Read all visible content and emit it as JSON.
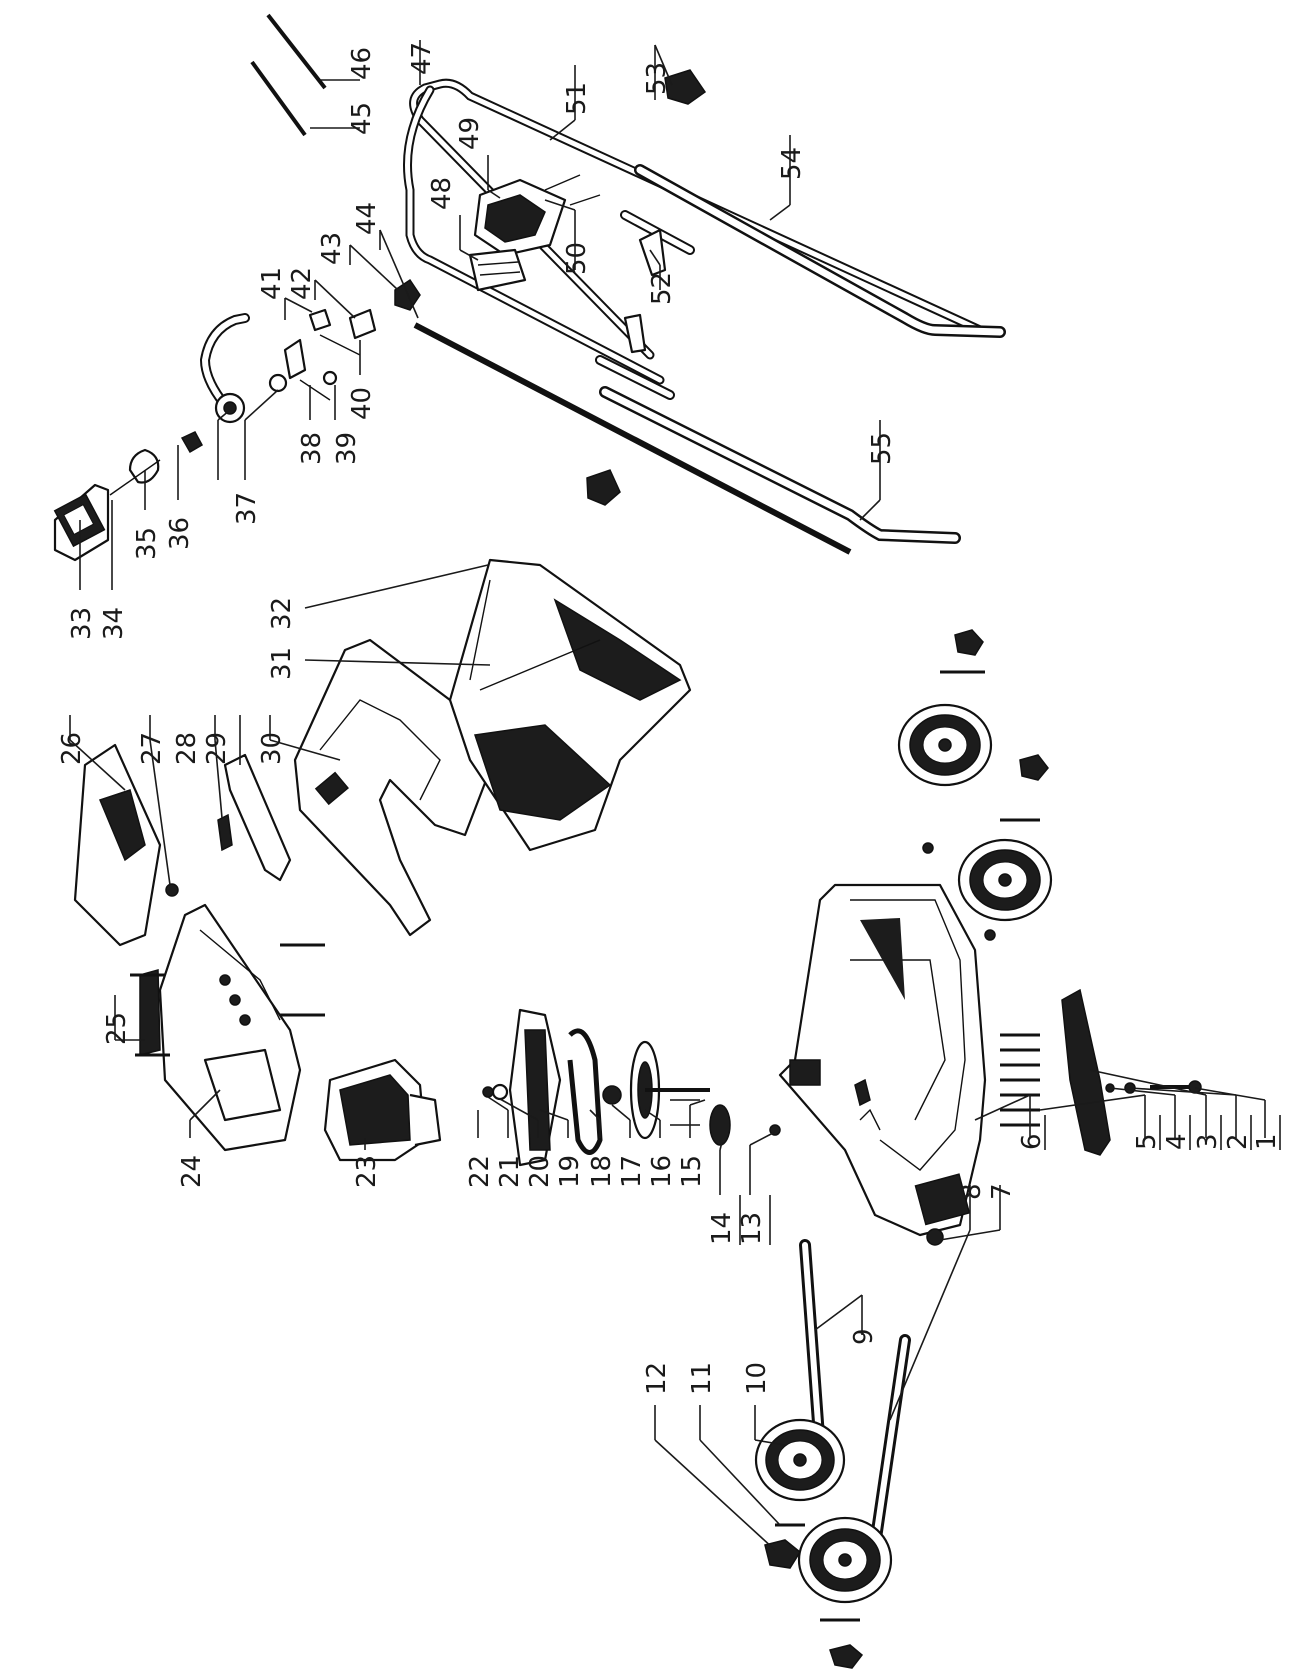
{
  "callouts": [
    "1",
    "2",
    "3",
    "4",
    "5",
    "6",
    "7",
    "8",
    "9",
    "10",
    "11",
    "12",
    "13",
    "14",
    "15",
    "16",
    "17",
    "18",
    "19",
    "20",
    "21",
    "22",
    "23",
    "24",
    "25",
    "26",
    "27",
    "28",
    "29",
    "30",
    "31",
    "32",
    "33",
    "34",
    "35",
    "36",
    "37",
    "38",
    "39",
    "40",
    "41",
    "42",
    "43",
    "44",
    "45",
    "46",
    "47",
    "48",
    "49",
    "50",
    "51",
    "52",
    "53",
    "54",
    "55"
  ]
}
